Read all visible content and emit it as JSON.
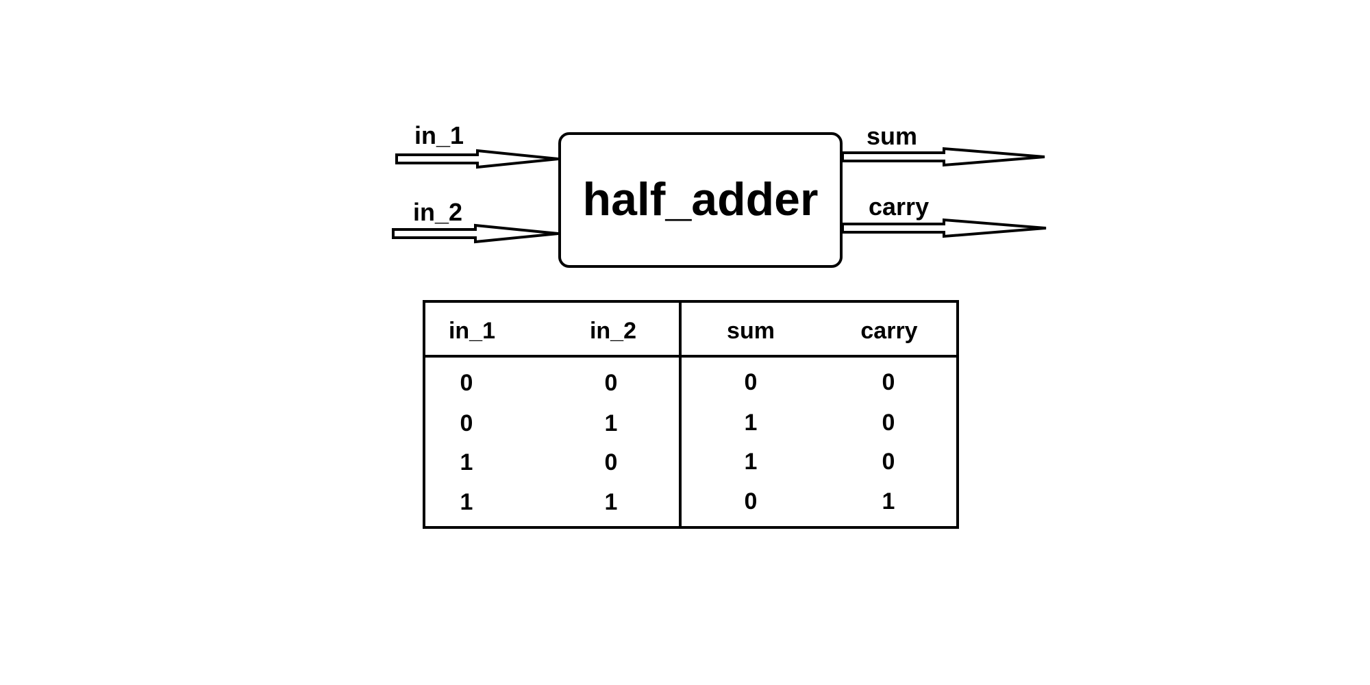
{
  "block": {
    "title": "half_adder"
  },
  "inputs": [
    {
      "label": "in_1"
    },
    {
      "label": "in_2"
    }
  ],
  "outputs": [
    {
      "label": "sum"
    },
    {
      "label": "carry"
    }
  ],
  "truth_table": {
    "headers": [
      "in_1",
      "in_2",
      "sum",
      "carry"
    ],
    "rows": [
      [
        "0",
        "0",
        "0",
        "0"
      ],
      [
        "0",
        "1",
        "1",
        "0"
      ],
      [
        "1",
        "0",
        "1",
        "0"
      ],
      [
        "1",
        "1",
        "0",
        "1"
      ]
    ]
  }
}
